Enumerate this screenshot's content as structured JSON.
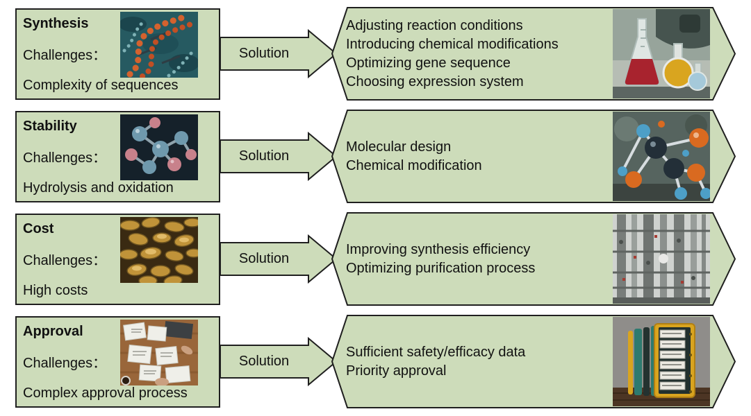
{
  "diagram": {
    "arrow_label": "Solution",
    "challenges_label": "Challenges：",
    "colors": {
      "shape_fill": "#cddcba",
      "shape_border": "#1f1f1f",
      "text": "#111111",
      "background": "#ffffff"
    },
    "rows": [
      {
        "title": "Synthesis",
        "challenge": "Complexity of sequences",
        "challenge_photo": "dna-double-helix",
        "solutions": [
          "Adjusting reaction conditions",
          "Introducing chemical modifications",
          "Optimizing gene sequence",
          "Choosing expression system"
        ],
        "solution_photo": "laboratory-flasks"
      },
      {
        "title": "Stability",
        "challenge": "Hydrolysis and oxidation",
        "challenge_photo": "ball-and-stick-molecule",
        "solutions": [
          "Molecular design",
          "Chemical modification"
        ],
        "solution_photo": "molecular-model"
      },
      {
        "title": "Cost",
        "challenge": "High costs",
        "challenge_photo": "gold-coins",
        "solutions": [
          "Improving synthesis efficiency",
          "Optimizing purification process"
        ],
        "solution_photo": "chemical-plant-columns"
      },
      {
        "title": "Approval",
        "challenge": "Complex approval process",
        "challenge_photo": "paperwork-review-desk",
        "solutions": [
          "Sufficient safety/efficacy data",
          "Priority approval"
        ],
        "solution_photo": "document-binders"
      }
    ]
  }
}
